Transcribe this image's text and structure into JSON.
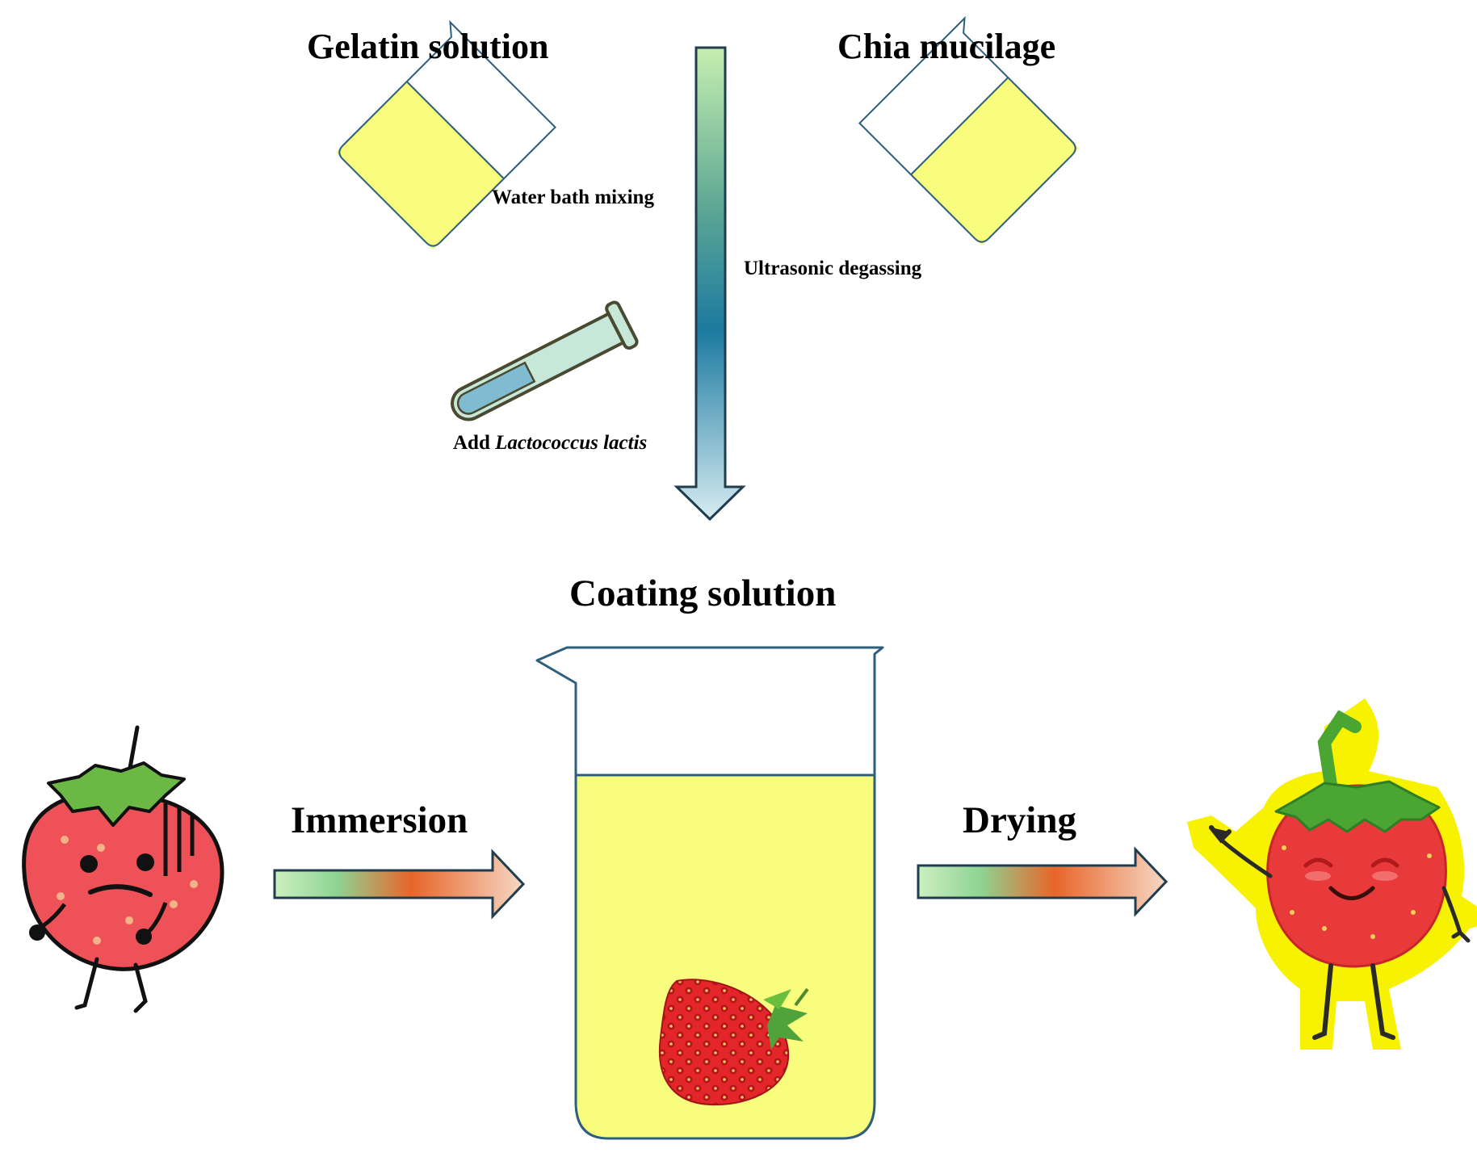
{
  "labels": {
    "gelatin": "Gelatin solution",
    "chia": "Chia mucilage",
    "water_bath": "Water bath mixing",
    "ultrasonic": "Ultrasonic degassing",
    "add_prefix": "Add ",
    "add_species": "Lactococcus lactis",
    "coating": "Coating solution",
    "immersion": "Immersion",
    "drying": "Drying"
  },
  "colors": {
    "solution_yellow": "#f8fd7e",
    "outline_blue": "#2d5e7c",
    "vertical_arrow_top": "#c6efb0",
    "vertical_arrow_mid": "#1c7aa0",
    "horizontal_arrow_orange": "#e8652a",
    "strawberry_red": "#e83a3a",
    "leaf_green": "#5faf3a",
    "highlight_yellow": "#f6f200"
  },
  "icons": [
    "gelatin-beaker-icon",
    "chia-beaker-icon",
    "test-tube-icon",
    "coating-beaker-icon",
    "strawberry-icon",
    "sad-strawberry-icon",
    "happy-strawberry-icon"
  ]
}
